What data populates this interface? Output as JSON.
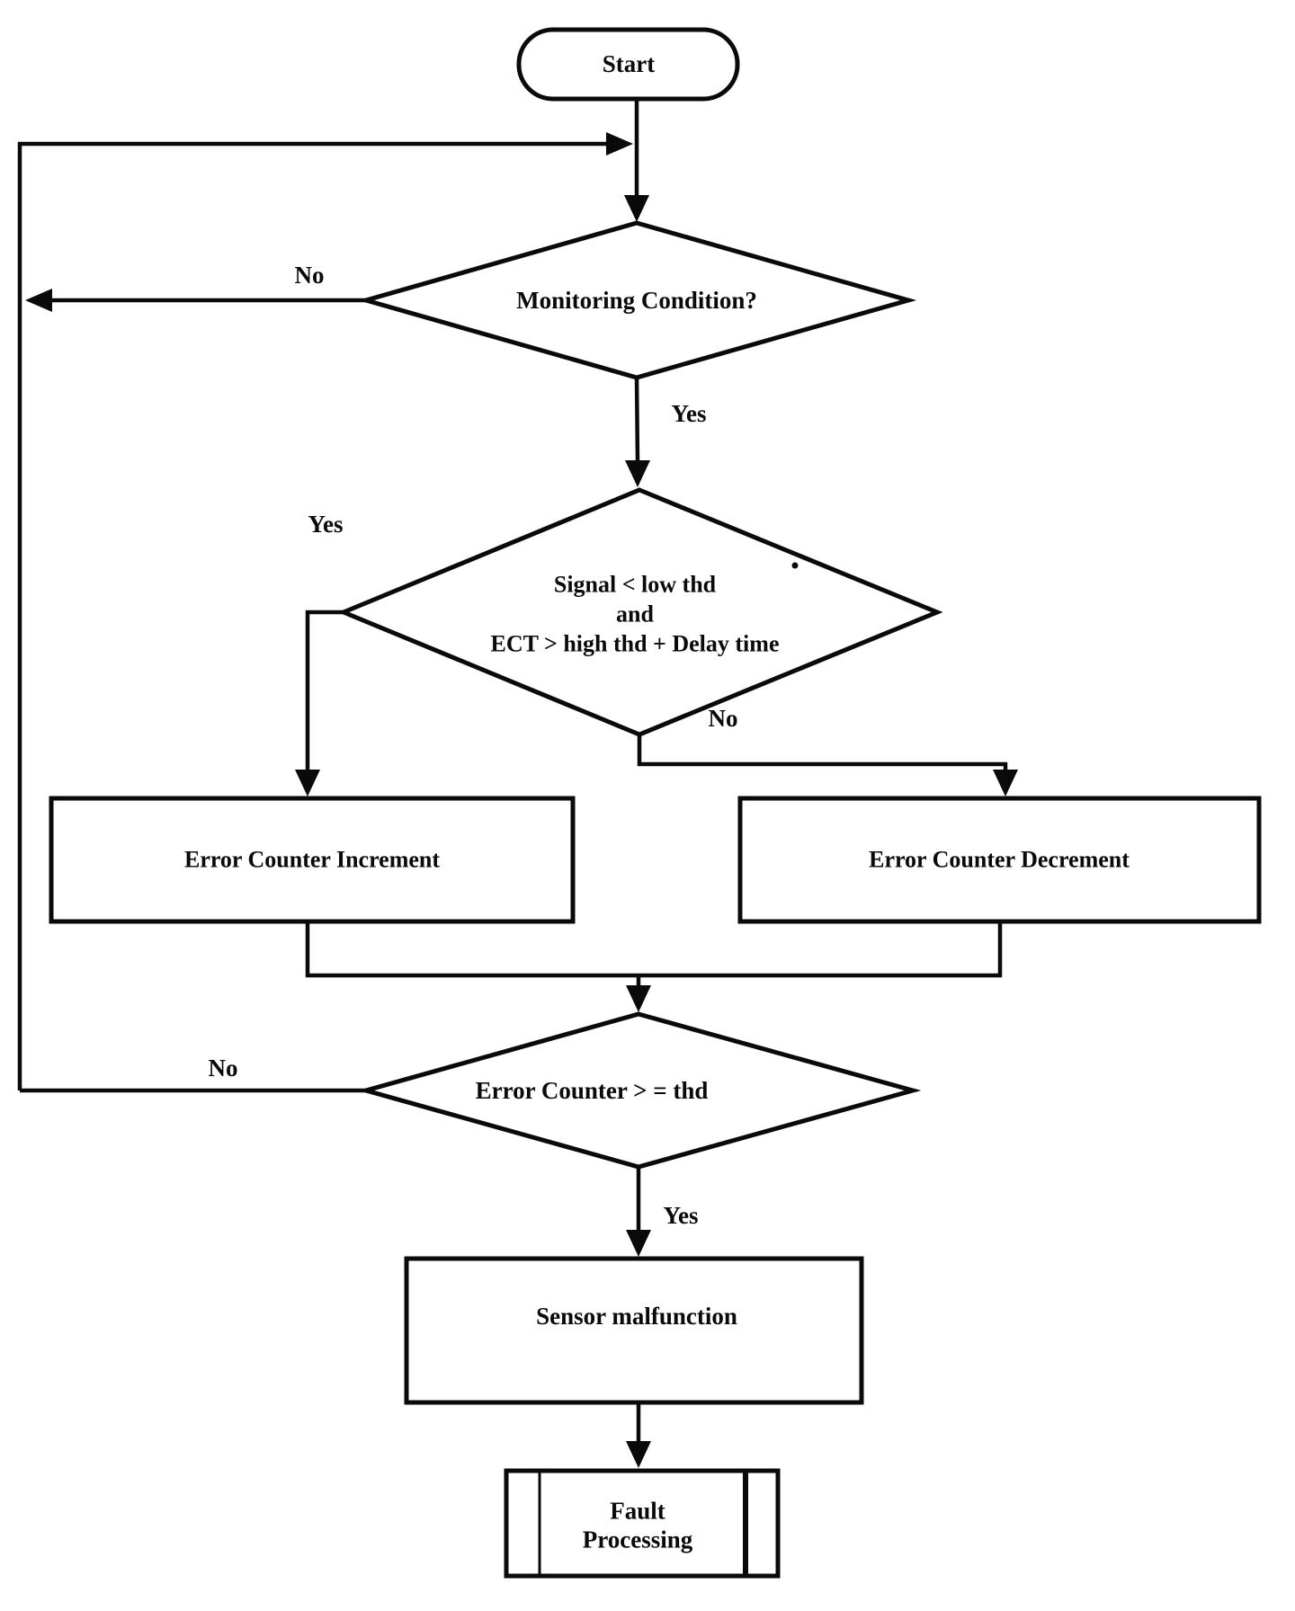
{
  "colors": {
    "line": "#0a0a0a",
    "background": "#ffffff"
  },
  "nodes": {
    "start": "Start",
    "monitoring": "Monitoring Condition?",
    "signal": {
      "line1": "Signal < low thd",
      "line2": "and",
      "line3": "ECT > high thd + Delay time"
    },
    "increment": "Error Counter Increment",
    "decrement": "Error Counter Decrement",
    "threshold": "Error Counter > = thd",
    "sensor": "Sensor malfunction",
    "fault": {
      "line1": "Fault",
      "line2": "Processing"
    }
  },
  "edge_labels": {
    "monitoring_no": "No",
    "monitoring_yes": "Yes",
    "signal_yes": "Yes",
    "signal_no": "No",
    "threshold_no": "No",
    "threshold_yes": "Yes"
  }
}
